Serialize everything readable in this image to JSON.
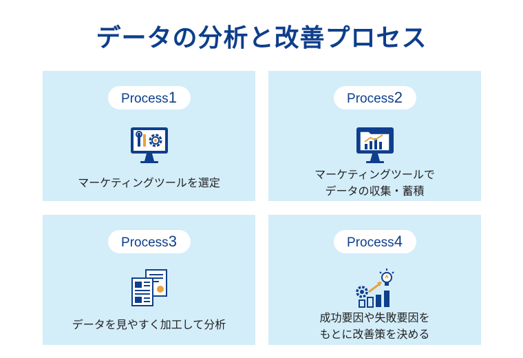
{
  "title": "データの分析と改善プロセス",
  "colors": {
    "accent": "#0e3e8c",
    "card_bg": "#d3edf9",
    "icon_accent": "#e8a33a"
  },
  "steps": [
    {
      "label": "Process",
      "number": "1",
      "icon": "monitor-gear-tools-icon",
      "lines": [
        "マーケティングツールを選定"
      ]
    },
    {
      "label": "Process",
      "number": "2",
      "icon": "monitor-folder-chart-icon",
      "lines": [
        "マーケティングツールで",
        "データの収集・蓄積"
      ]
    },
    {
      "label": "Process",
      "number": "3",
      "icon": "report-documents-icon",
      "lines": [
        "データを見やすく加工して分析"
      ]
    },
    {
      "label": "Process",
      "number": "4",
      "icon": "gear-bars-lightbulb-icon",
      "lines": [
        "成功要因や失敗要因を",
        "もとに改善策を決める"
      ]
    }
  ]
}
